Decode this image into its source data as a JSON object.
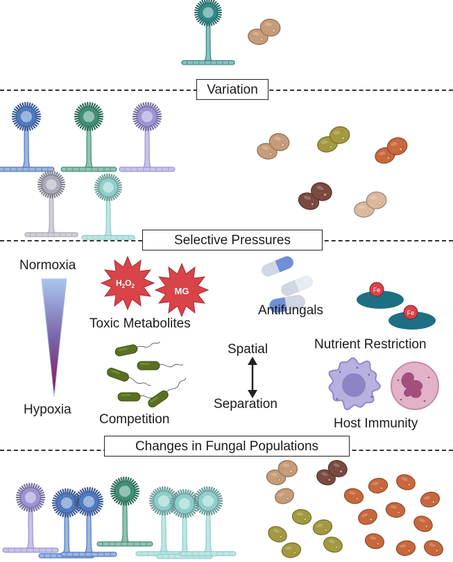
{
  "sections": {
    "variation": "Variation",
    "selective_pressures": "Selective Pressures",
    "changes": "Changes in Fungal Populations"
  },
  "pressures": {
    "normoxia": "Normoxia",
    "hypoxia": "Hypoxia",
    "toxic_metabolites": "Toxic Metabolites",
    "h2o2": "H2O2",
    "h2o2_main": "H",
    "h2o2_sub1": "2",
    "h2o2_o": "O",
    "h2o2_sub2": "2",
    "mg": "MG",
    "antifungals": "Antifungals",
    "fe": "Fe",
    "nutrient_restriction": "Nutrient Restriction",
    "spatial": "Spatial",
    "separation": "Separation",
    "competition": "Competition",
    "host_immunity": "Host Immunity"
  },
  "colors": {
    "mold_teal": "#2f8a86",
    "mold_blue": "#4f79c2",
    "mold_green": "#3f8f77",
    "mold_lavender": "#9a93d6",
    "mold_gray": "#a9a9b8",
    "mold_cyan": "#8ccfc9",
    "yeast_tan": "#c79c78",
    "yeast_olive": "#a39a3f",
    "yeast_orange": "#c8683c",
    "yeast_brown": "#7a4a40",
    "yeast_beige": "#dcb99c",
    "starburst_red": "#d9434a",
    "bacteria_green": "#5a6f22",
    "iron_red": "#d9434a",
    "receptor_teal": "#1e6f84",
    "macrophage": "#b7b1e0",
    "neutrophil": "#d49ab6"
  },
  "icons": [
    "mold-icon",
    "yeast-icon",
    "starburst-icon",
    "capsule-icon",
    "iron-receptor-icon",
    "bacterium-icon",
    "macrophage-icon",
    "neutrophil-icon",
    "double-arrow-icon",
    "oxygen-gradient-icon"
  ]
}
